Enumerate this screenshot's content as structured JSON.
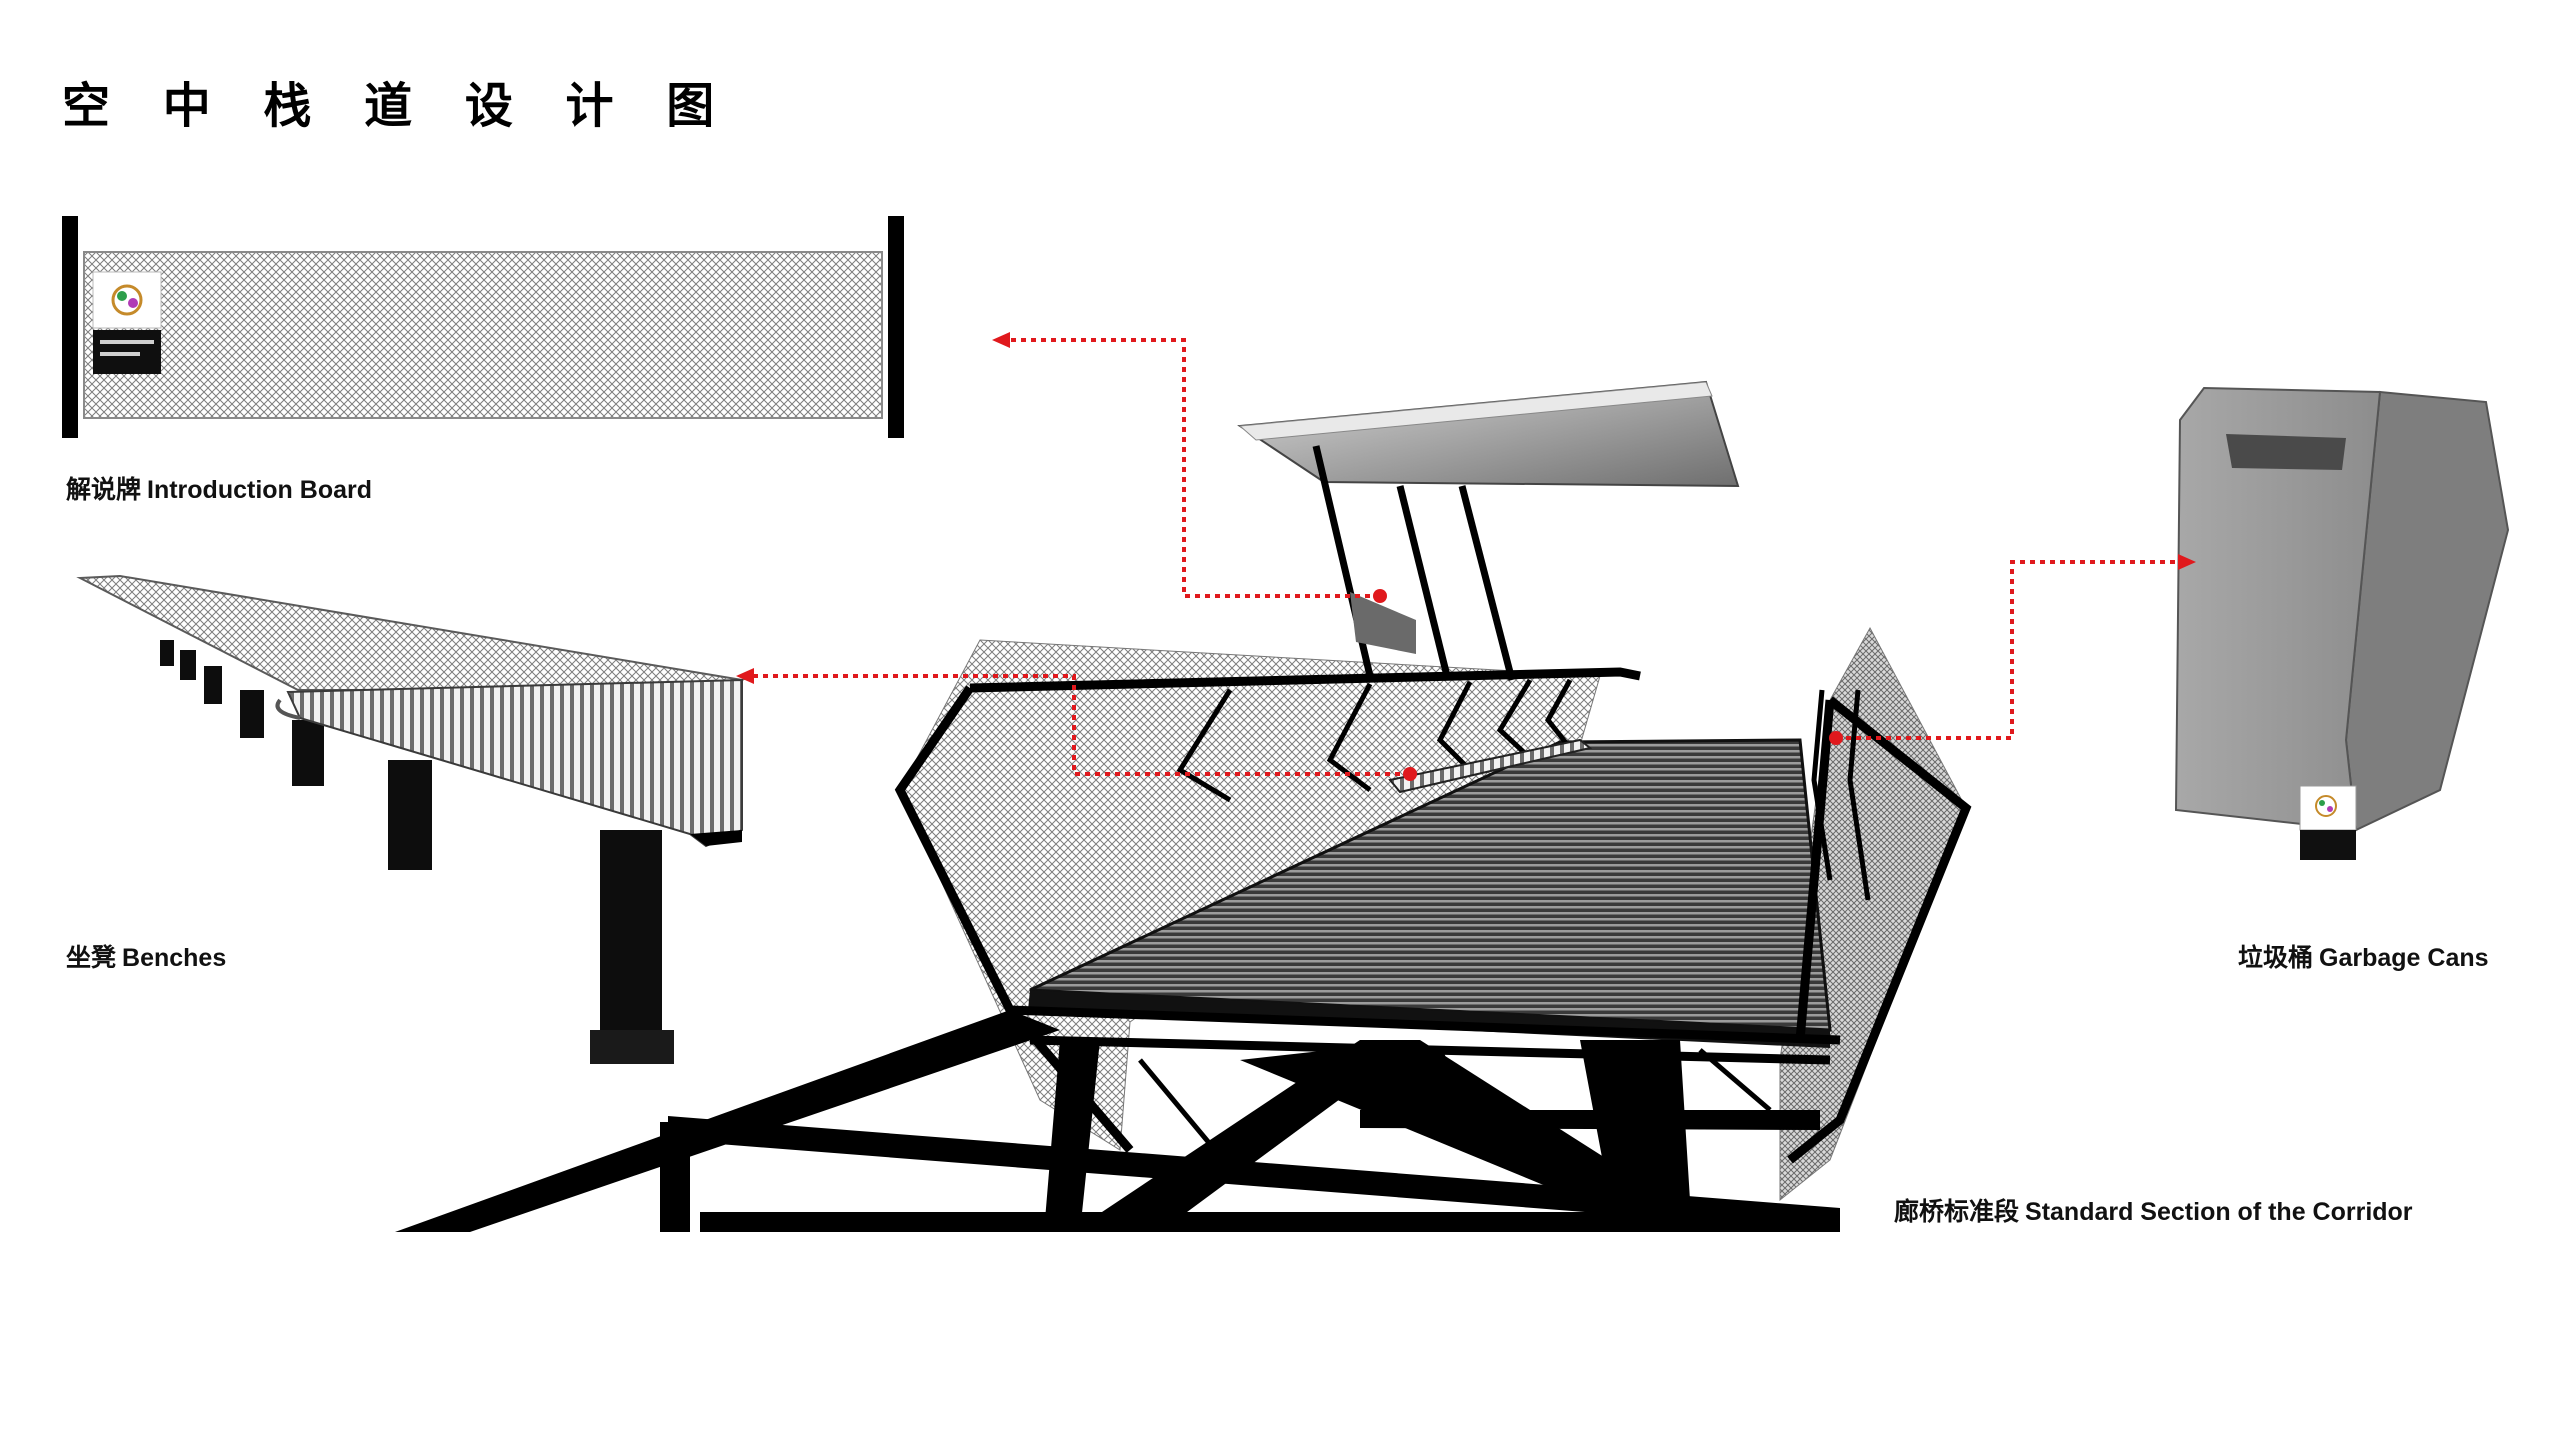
{
  "title": "空 中 栈 道 设 计 图",
  "labels": {
    "intro_board": {
      "cn": "解说牌",
      "en": "Introduction Board"
    },
    "benches": {
      "cn": "坐凳",
      "en": "Benches"
    },
    "garbage_cans": {
      "cn": "垃圾桶",
      "en": "Garbage Cans"
    },
    "corridor": {
      "cn": "廊桥标准段",
      "en": "Standard Section of the Corridor"
    }
  },
  "colors": {
    "callout": "#e0191d",
    "structure": "#0b0b0b",
    "mesh": "#8a8a8a",
    "bin": "#9a9a9a"
  }
}
